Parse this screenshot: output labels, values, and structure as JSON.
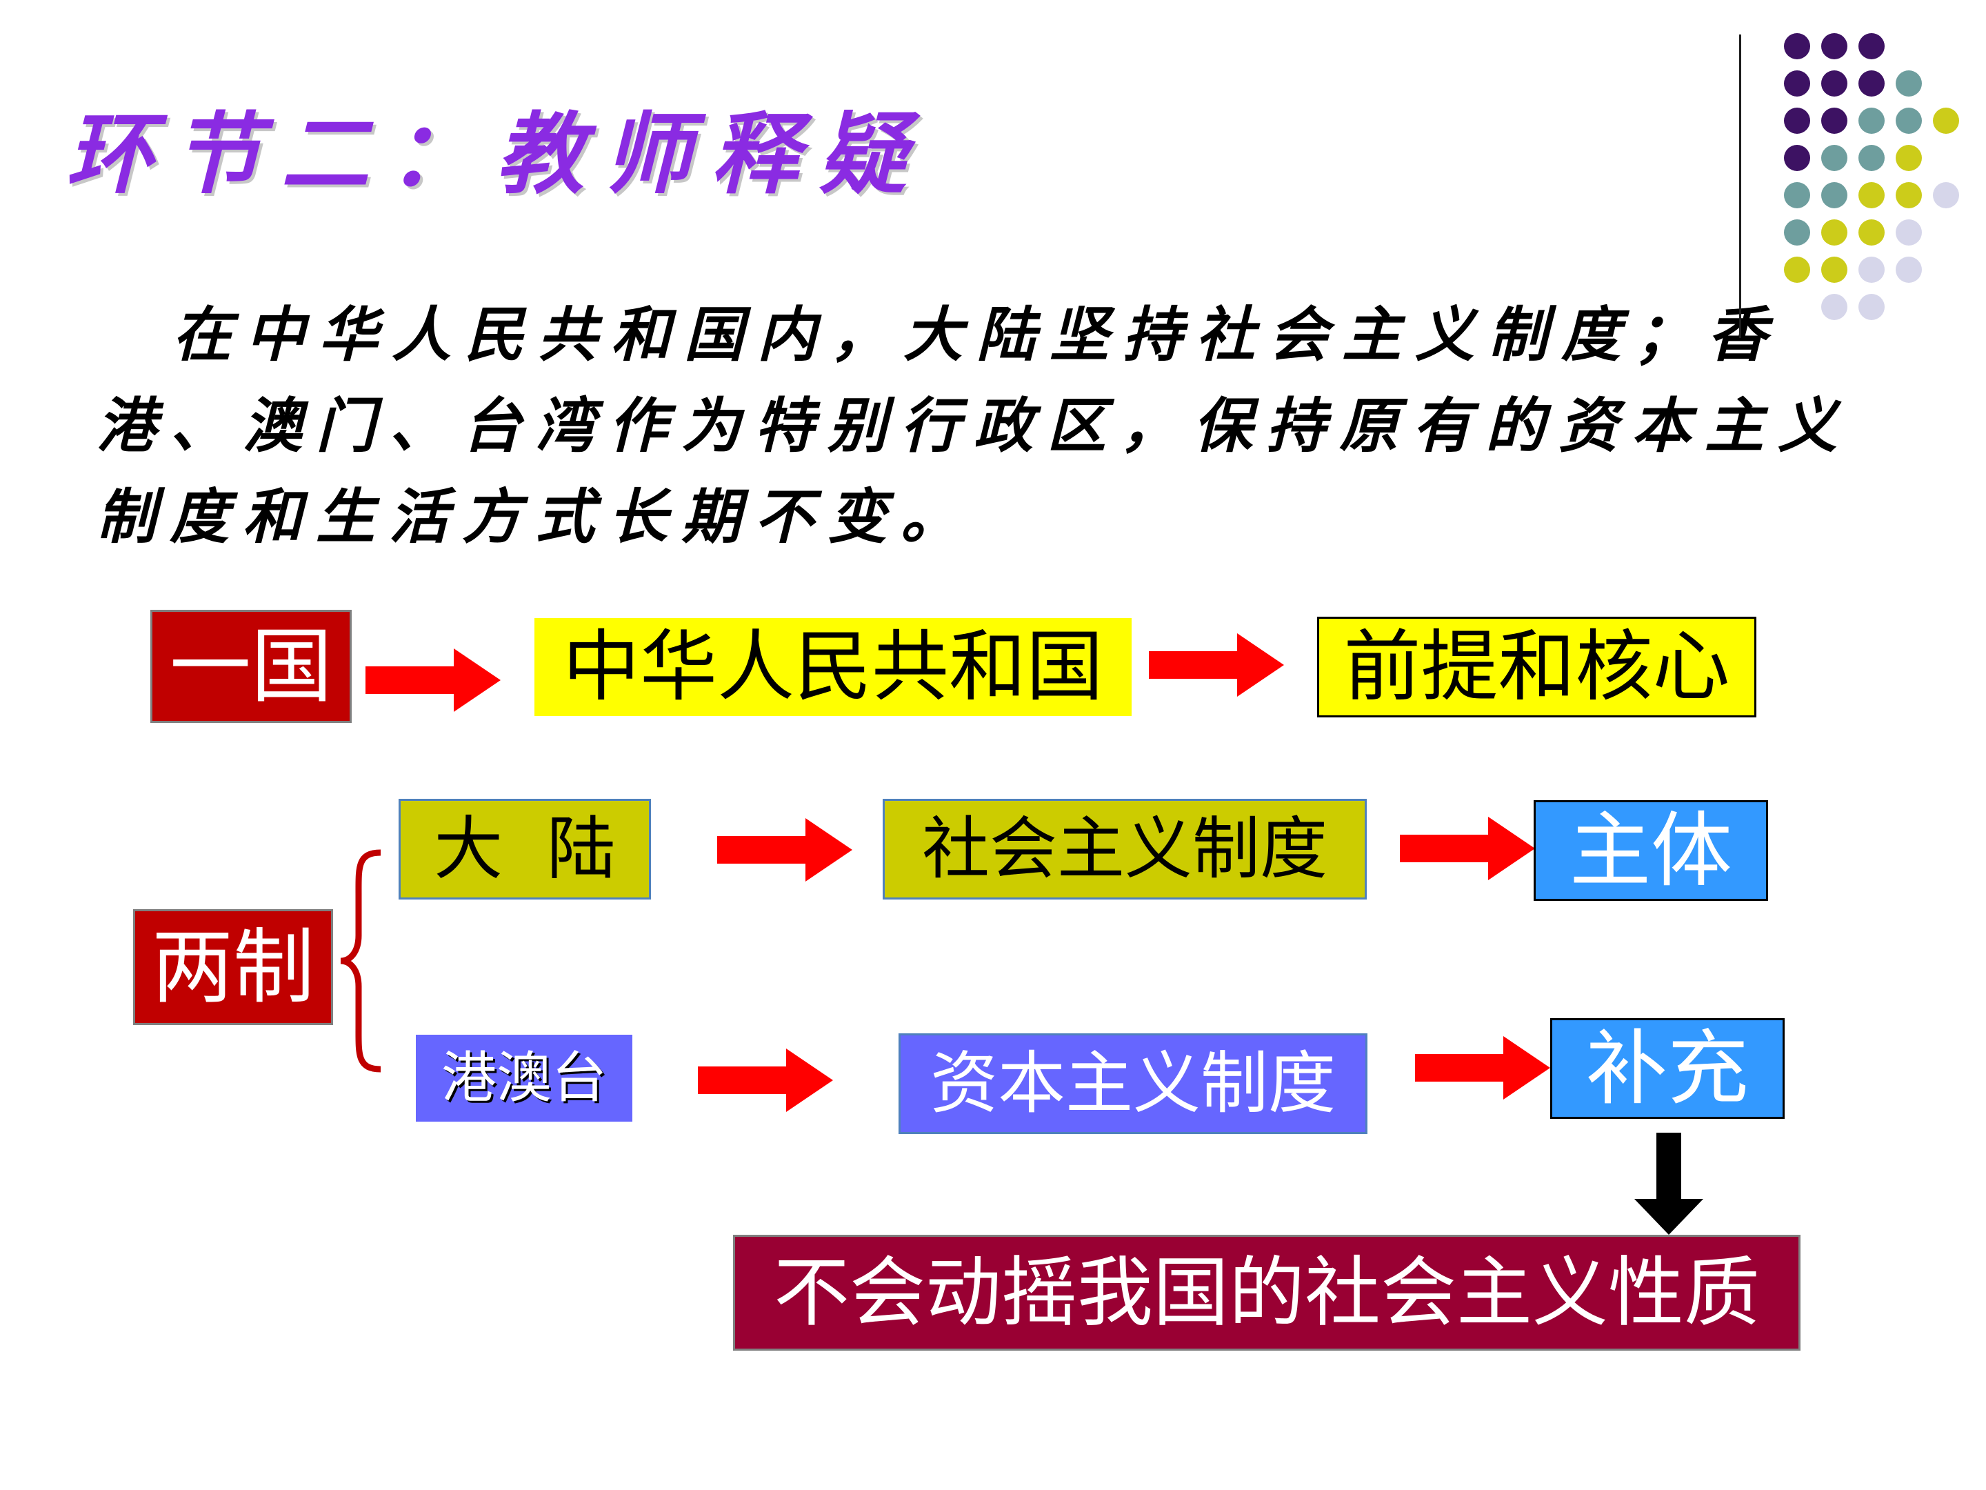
{
  "title": "环节二：教师释疑",
  "paragraph": "在中华人民共和国内，大陆坚持社会主义制度；香港、澳门、台湾作为特别行政区，保持原有的资本主义制度和生活方式长期不变。",
  "colors": {
    "title": "#8a2be2",
    "red_box": "#c00000",
    "yellow_box": "#ffff00",
    "olive_box": "#cccc00",
    "periwinkle_box": "#6666ff",
    "blue_box": "#3399ff",
    "maroon_box": "#990033",
    "arrow_red": "#ff0000",
    "dot_purple": "#3d1263",
    "dot_teal": "#6e9e9e",
    "dot_yellow": "#cccc1a",
    "dot_lavender": "#d6d6ea"
  },
  "diagram": {
    "yiguo": "一国",
    "prc": "中华人民共和国",
    "premise": "前提和核心",
    "liangzhi": "两制",
    "mainland": "大  陆",
    "socialist": "社会主义制度",
    "main_body": "主体",
    "hmt": "港澳台",
    "capitalist": "资本主义制度",
    "supplement": "补充",
    "conclusion": "不会动摇我国的社会主义性质"
  }
}
